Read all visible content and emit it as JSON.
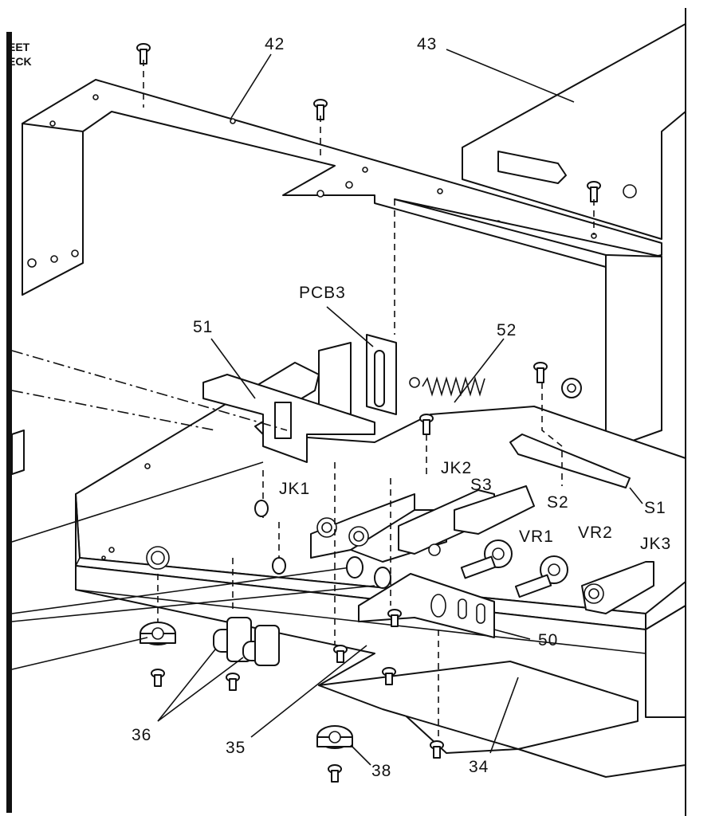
{
  "edge_text": [
    "EET",
    "ECK"
  ],
  "callouts": {
    "c42": "42",
    "c43": "43",
    "pcb3": "PCB3",
    "c51": "51",
    "c52": "52",
    "jk1": "JK1",
    "jk2": "JK2",
    "s3": "S3",
    "s2": "S2",
    "s1": "S1",
    "vr1": "VR1",
    "vr2": "VR2",
    "jk3": "JK3",
    "c50": "50",
    "c36": "36",
    "c35": "35",
    "c38": "38",
    "c34": "34"
  },
  "colors": {
    "ink": "#111111",
    "paper": "#ffffff"
  }
}
